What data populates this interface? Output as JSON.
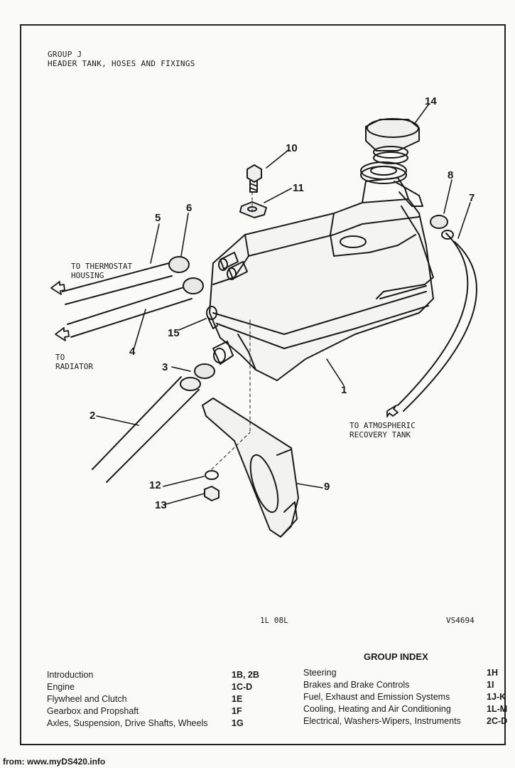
{
  "group_label": "GROUP J",
  "title": "HEADER TANK, HOSES AND FIXINGS",
  "directions": {
    "thermostat": "TO THERMOSTAT\nHOUSING",
    "radiator": "TO\nRADIATOR",
    "recovery": "TO ATMOSPHERIC\nRECOVERY TANK"
  },
  "callouts": [
    "1",
    "2",
    "3",
    "4",
    "5",
    "6",
    "7",
    "8",
    "9",
    "10",
    "11",
    "12",
    "13",
    "14",
    "15"
  ],
  "ref_left": "1L 08L",
  "ref_right": "VS4694",
  "index": {
    "title": "GROUP INDEX",
    "left": [
      {
        "name": "Introduction",
        "code": "1B, 2B"
      },
      {
        "name": "Engine",
        "code": "1C-D"
      },
      {
        "name": "Flywheel and Clutch",
        "code": "1E"
      },
      {
        "name": "Gearbox and Propshaft",
        "code": "1F"
      },
      {
        "name": "Axles, Suspension, Drive Shafts, Wheels",
        "code": "1G"
      }
    ],
    "right": [
      {
        "name": "Steering",
        "code": "1H"
      },
      {
        "name": "Brakes and Brake Controls",
        "code": "1I"
      },
      {
        "name": "Fuel, Exhaust and Emission Systems",
        "code": "1J-K"
      },
      {
        "name": "Cooling, Heating and Air Conditioning",
        "code": "1L-M"
      },
      {
        "name": "Electrical, Washers-Wipers, Instruments",
        "code": "2C-D"
      }
    ]
  },
  "footer": "from: www.myDS420.info"
}
